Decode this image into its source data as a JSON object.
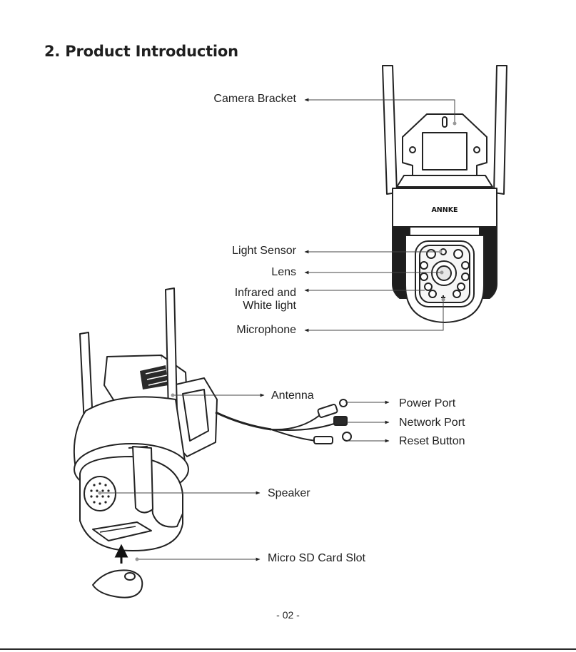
{
  "page": {
    "title": "2. Product Introduction",
    "page_number": "- 02 -"
  },
  "camera": {
    "brand": "ANNKE"
  },
  "labels": {
    "camera_bracket": "Camera Bracket",
    "light_sensor": "Light Sensor",
    "lens": "Lens",
    "infrared_line1": "Infrared and",
    "infrared_line2": "White light",
    "microphone": "Microphone",
    "antenna": "Antenna",
    "power_port": "Power Port",
    "network_port": "Network Port",
    "reset_button": "Reset Button",
    "speaker": "Speaker",
    "micro_sd": "Micro SD Card Slot"
  }
}
